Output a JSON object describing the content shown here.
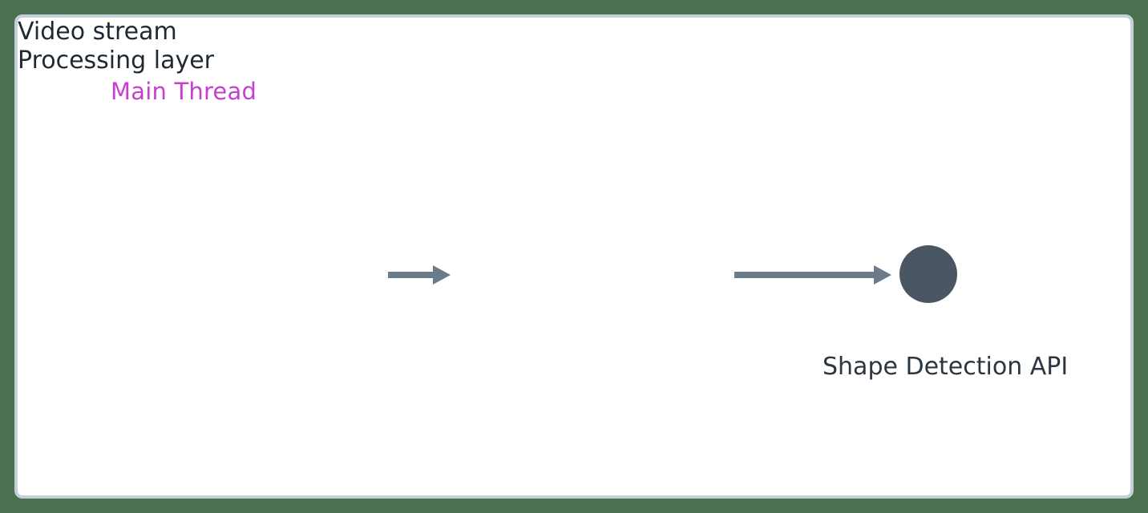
{
  "diagram": {
    "title": "Main Thread",
    "title_color": "#c73fd0",
    "canvas_background": "#4c7050",
    "panel_background": "#ffffff",
    "panel_border_color": "#c3d0dc",
    "node_border_color": "#c3d0dc",
    "node_text_color": "#1f2933",
    "arrow_color": "#6b7b8a",
    "api_node_color": "#4a5663",
    "nodes": [
      {
        "id": "video-stream",
        "label": "Video stream",
        "shape": "rounded-rectangle"
      },
      {
        "id": "processing-layer",
        "label": "Processing layer",
        "shape": "rounded-rectangle"
      },
      {
        "id": "shape-detection-api",
        "label": "Shape Detection API",
        "shape": "circle"
      }
    ],
    "edges": [
      {
        "id": "video-to-processing",
        "from": "video-stream",
        "to": "processing-layer",
        "style": "solid-arrow"
      },
      {
        "id": "processing-to-api",
        "from": "processing-layer",
        "to": "shape-detection-api",
        "style": "solid-arrow"
      }
    ]
  }
}
